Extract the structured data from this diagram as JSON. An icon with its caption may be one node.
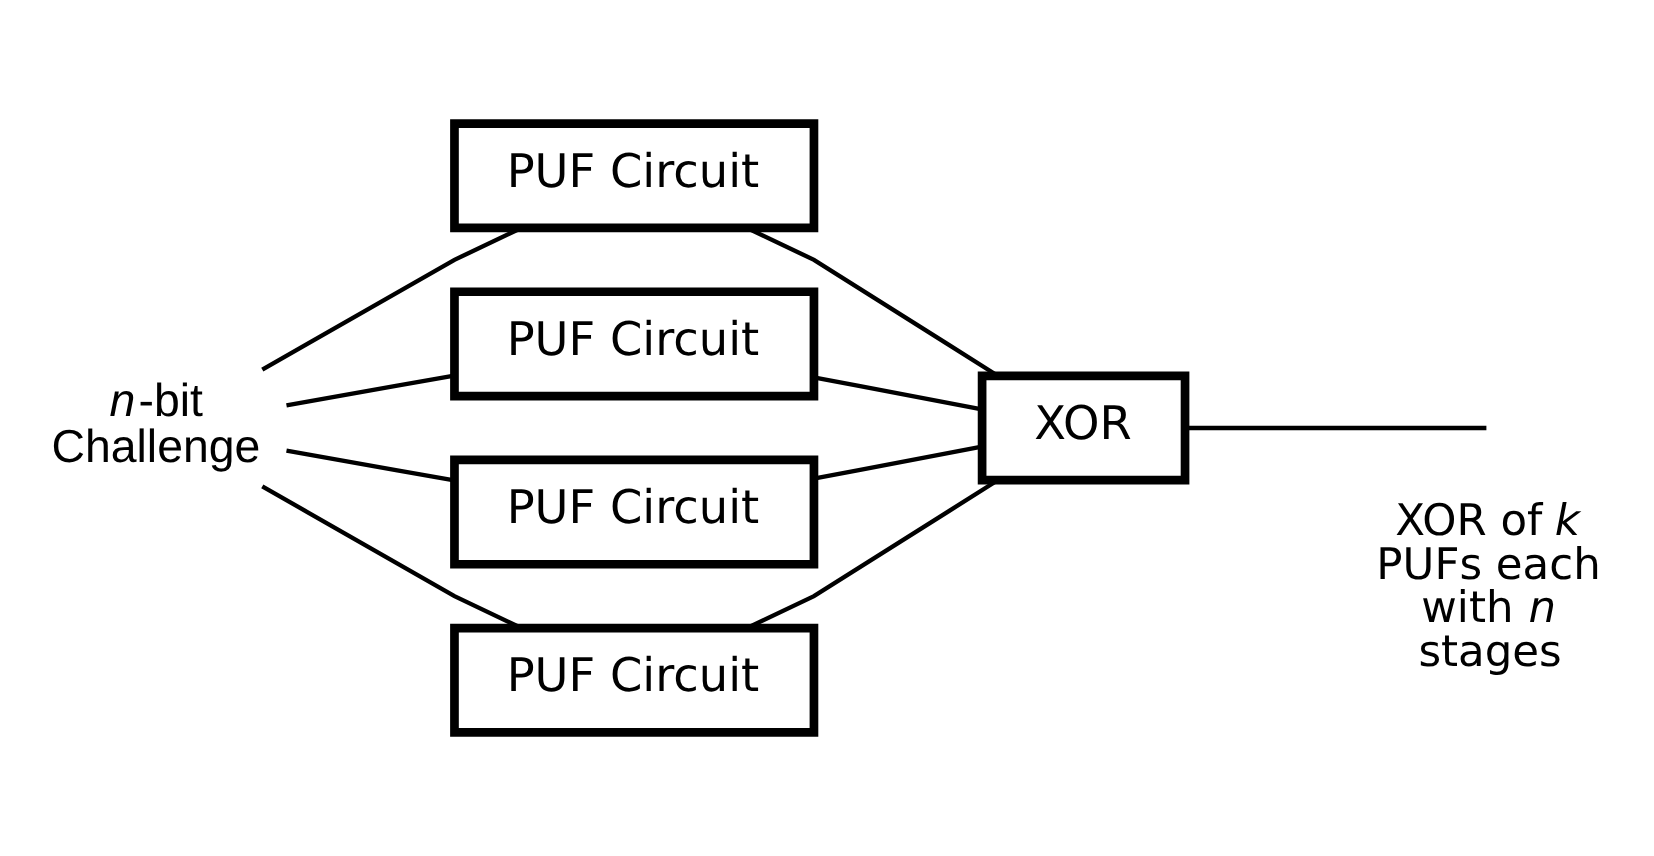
{
  "diagram": {
    "nodes": [
      {
        "text": [
          "*n*-bit Challenge"
        ]
      },
      {
        "text": [
          "PUF Circuit"
        ]
      },
      {
        "text": [
          "PUF Circuit"
        ]
      },
      {
        "text": [
          "PUF Circuit"
        ]
      },
      {
        "text": [
          "PUF Circuit"
        ]
      },
      {
        "text": [
          "XOR"
        ]
      }
    ],
    "edges": [
      {
        "from": 0,
        "to": 1,
        "arrow": "none"
      },
      {
        "from": 0,
        "to": 2,
        "arrow": "none"
      },
      {
        "from": 0,
        "to": 3,
        "arrow": "none"
      },
      {
        "from": 0,
        "to": 4,
        "arrow": "none"
      },
      {
        "from": 1,
        "to": 5,
        "arrow": "none"
      },
      {
        "from": 2,
        "to": 5,
        "arrow": "none"
      },
      {
        "from": 3,
        "to": 5,
        "arrow": "none"
      },
      {
        "from": 4,
        "to": 5,
        "arrow": "none"
      },
      {
        "from": 5,
        "to": null,
        "arrow": "none"
      }
    ],
    "labels": [
      "XOR of *k* PUFs each with *n* stages"
    ]
  }
}
